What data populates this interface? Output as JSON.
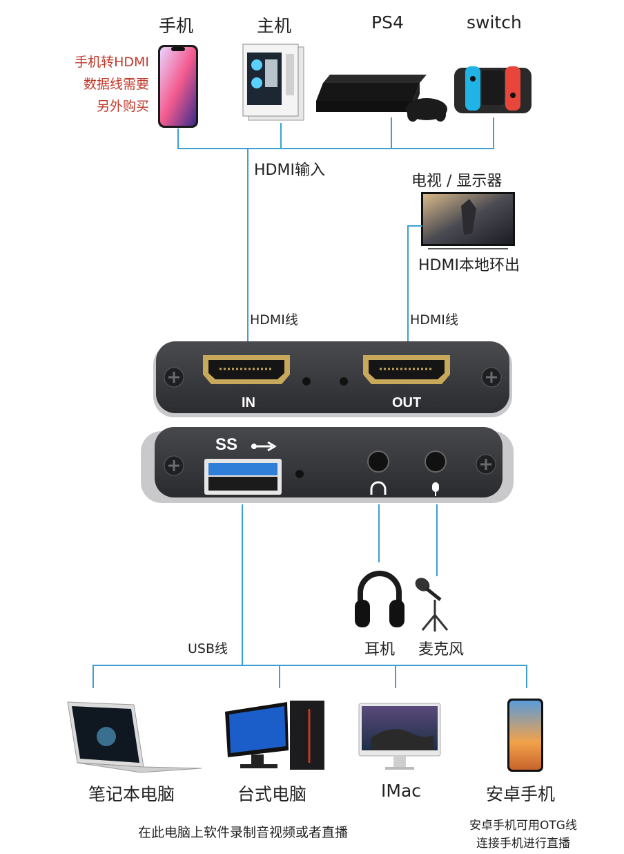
{
  "top_devices": {
    "phone": "手机",
    "host": "主机",
    "ps4": "PS4",
    "switch": "switch"
  },
  "phone_note": [
    "手机转HDMI",
    "数据线需要",
    "另外购买"
  ],
  "hdmi_input": "HDMI输入",
  "tv": {
    "title": "电视 / 显示器",
    "loop_out": "HDMI本地环出"
  },
  "cables": {
    "hdmi_in_cable": "HDMI线",
    "hdmi_out_cable": "HDMI线",
    "usb_cable": "USB线"
  },
  "capture_card": {
    "in_label": "IN",
    "out_label": "OUT",
    "usb_logo": "SS"
  },
  "audio": {
    "headphone": "耳机",
    "mic": "麦克风"
  },
  "bottom_devices": {
    "laptop": "笔记本电脑",
    "desktop": "台式电脑",
    "imac": "IMac",
    "android": "安卓手机"
  },
  "footer": {
    "pc_note": "在此电脑上软件录制音视频或者直播",
    "android_note_1": "安卓手机可用OTG线",
    "android_note_2": "连接手机进行直播"
  },
  "colors": {
    "connector_line": "#3b9fd0",
    "note_red": "#c0392b",
    "device_body": "#3a3b3e"
  }
}
